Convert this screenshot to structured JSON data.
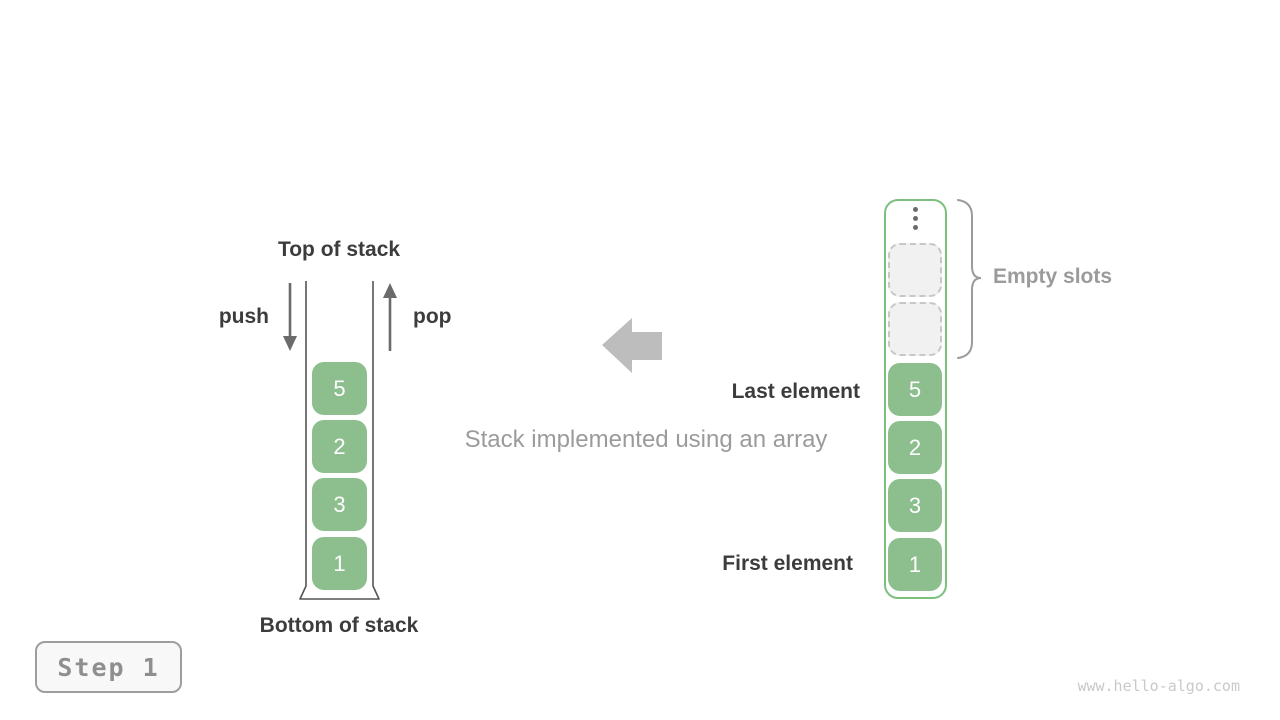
{
  "diagram": {
    "left_stack": {
      "top_label": "Top of stack",
      "bottom_label": "Bottom of stack",
      "push_label": "push",
      "pop_label": "pop",
      "cells": [
        "5",
        "2",
        "3",
        "1"
      ]
    },
    "caption": "Stack implemented using an array",
    "right_array": {
      "empty_slots_label": "Empty slots",
      "last_element_label": "Last element",
      "first_element_label": "First element",
      "empty_slot_count": 2,
      "cells": [
        "5",
        "2",
        "3",
        "1"
      ]
    },
    "icons": {
      "push_arrow": "arrow-down",
      "pop_arrow": "arrow-up",
      "direction_arrow": "block-arrow-left",
      "hidden_slots": "vertical-ellipsis",
      "empty_slots_pointer": "curly-brace"
    }
  },
  "footer": {
    "step_label": "Step 1",
    "watermark": "www.hello-algo.com"
  },
  "colors": {
    "cell_green": "#8cbe8e",
    "container_green": "#7cc07e",
    "block_arrow_gray": "#bdbdbd",
    "label_dark": "#3c3c3c",
    "muted_gray": "#9b9b9b",
    "line_gray": "#6b6b6b",
    "container_line": "#555555",
    "empty_slot_bg": "#f1f1f1",
    "empty_slot_border": "#c7c7c7",
    "step_text": "#8f8f8f",
    "step_border": "#9e9e9e",
    "step_bg": "#f8f8f8",
    "watermark_gray": "#c9c9c9"
  }
}
